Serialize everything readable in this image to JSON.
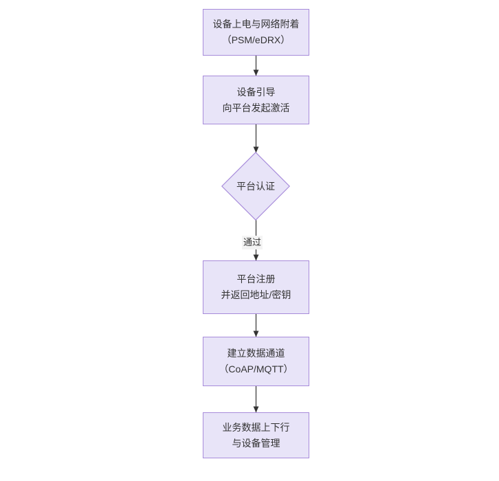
{
  "diagram": {
    "type": "flowchart",
    "direction": "top-to-bottom",
    "background_color": "#ffffff",
    "node_fill_color": "#e8e4f8",
    "node_border_color": "#a78bda",
    "node_text_color": "#333333",
    "edge_color": "#333333",
    "nodes": [
      {
        "id": "n1",
        "shape": "rect",
        "lines": [
          "设备上电与网络附着",
          "（PSM/eDRX）"
        ]
      },
      {
        "id": "n2",
        "shape": "rect",
        "lines": [
          "设备引导",
          "向平台发起激活"
        ]
      },
      {
        "id": "n3",
        "shape": "diamond",
        "lines": [
          "平台认证"
        ]
      },
      {
        "id": "n4",
        "shape": "rect",
        "lines": [
          "平台注册",
          "并返回地址/密钥"
        ]
      },
      {
        "id": "n5",
        "shape": "rect",
        "lines": [
          "建立数据通道",
          "（CoAP/MQTT）"
        ]
      },
      {
        "id": "n6",
        "shape": "rect",
        "lines": [
          "业务数据上下行",
          "与设备管理"
        ]
      }
    ],
    "edges": [
      {
        "id": "e1",
        "from": "n1",
        "to": "n2",
        "label": ""
      },
      {
        "id": "e2",
        "from": "n2",
        "to": "n3",
        "label": ""
      },
      {
        "id": "e3",
        "from": "n3",
        "to": "n4",
        "label": "通过"
      },
      {
        "id": "e4",
        "from": "n4",
        "to": "n5",
        "label": ""
      },
      {
        "id": "e5",
        "from": "n5",
        "to": "n6",
        "label": ""
      }
    ]
  }
}
